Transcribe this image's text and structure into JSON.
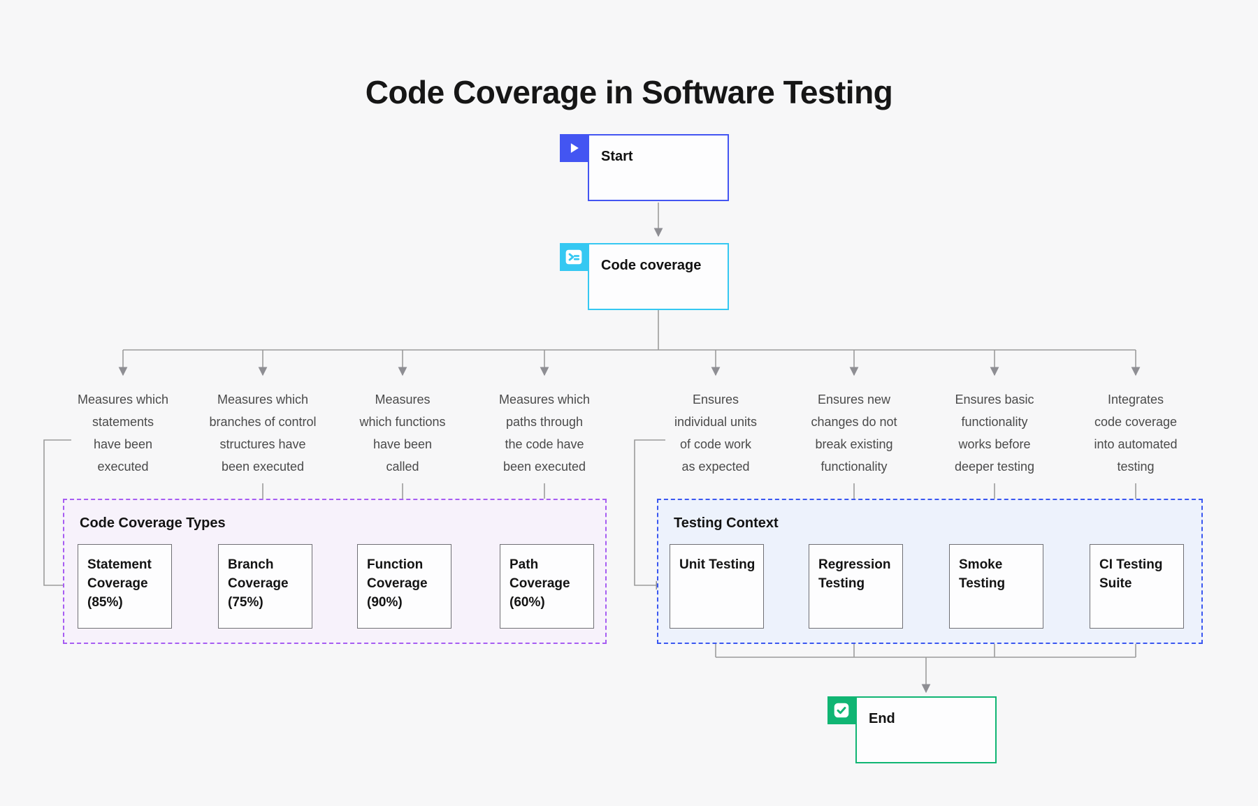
{
  "title": "Code Coverage in Software Testing",
  "nodes": {
    "start": {
      "label": "Start",
      "icon": "play-icon",
      "accent": "#4355f2"
    },
    "code_coverage": {
      "label": "Code coverage",
      "icon": "terminal-icon",
      "accent": "#35c8f2"
    },
    "end": {
      "label": "End",
      "icon": "checkbox-check-icon",
      "accent": "#10b573"
    }
  },
  "edge_labels": [
    "Measures which\nstatements\nhave been\nexecuted",
    "Measures which\nbranches of control\nstructures have\nbeen executed",
    "Measures\nwhich functions\nhave been\ncalled",
    "Measures which\npaths through\nthe code have\nbeen executed",
    "Ensures\nindividual units\nof code work\nas expected",
    "Ensures new\nchanges do not\nbreak existing\nfunctionality",
    "Ensures basic\nfunctionality\nworks before\ndeeper testing",
    "Integrates\ncode coverage\ninto automated\ntesting"
  ],
  "groups": [
    {
      "title": "Code Coverage Types",
      "border_color": "#a75df2",
      "fill_color": "#f7f2fb",
      "boxes": [
        "Statement Coverage (85%)",
        "Branch Coverage (75%)",
        "Function Coverage (90%)",
        "Path Coverage (60%)"
      ]
    },
    {
      "title": "Testing Context",
      "border_color": "#3b57f0",
      "fill_color": "#edf2fc",
      "boxes": [
        "Unit Testing",
        "Regression Testing",
        "Smoke Testing",
        "CI Testing Suite"
      ]
    }
  ],
  "colors": {
    "background": "#f7f7f8",
    "connector_line": "#9b9b9b",
    "arrowhead": "#8e8e93",
    "edge_label_text": "#4a4a4a",
    "box_border": "#6f6f74",
    "node_fill": "#fdfdfe"
  }
}
